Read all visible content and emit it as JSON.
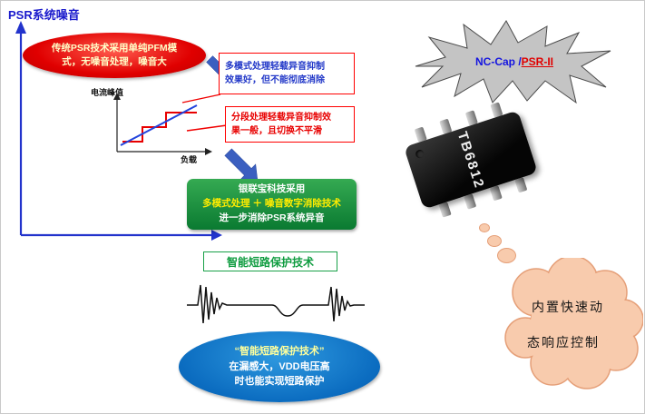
{
  "title": {
    "text": "PSR系统噪音"
  },
  "traditional_psr": {
    "line1": "传统PSR技术采用单纯PFM模",
    "line2": "式，无噪音处理，噪音大"
  },
  "mini_chart": {
    "type": "line",
    "y_label": "电流峰值",
    "x_label": "负载",
    "series": [
      "分段式峰值电流阶梯线(红)",
      "连续多模式曲线(蓝)"
    ]
  },
  "callout_multimode": {
    "line1": "多模式处理轻载异音抑制",
    "line2": "效果好，但不能彻底消除"
  },
  "callout_segmented": {
    "line1": "分段处理轻载异音抑制效",
    "line2": "果一般，且切换不平滑"
  },
  "solution_box": {
    "line1": "银联宝科技采用",
    "line2": "多模式处理 ＋ 噪音数字消除技术",
    "line3": "进一步消除PSR系统异音"
  },
  "short_circuit": {
    "title": "智能短路保护技术"
  },
  "short_circuit_note": {
    "line1": "“智能短路保护技术”",
    "line2": "在漏感大，VDD电压高",
    "line3": "时也能实现短路保护"
  },
  "starburst": {
    "label_blue": "NC-Cap /",
    "label_red": "PSR-II"
  },
  "chip": {
    "label": "TB6812"
  },
  "cloud_note": {
    "line1": "内置快速动",
    "line2": "态响应控制"
  },
  "colors": {
    "axis_blue": "#2233CC",
    "alert_red": "#E00000",
    "solution_green": "#0A7A31",
    "note_blue": "#0B6CC0",
    "cloud_pink": "#F8CBAD",
    "starburst_gray": "#C4C4C4",
    "highlight_yellow": "#FFEC00"
  }
}
